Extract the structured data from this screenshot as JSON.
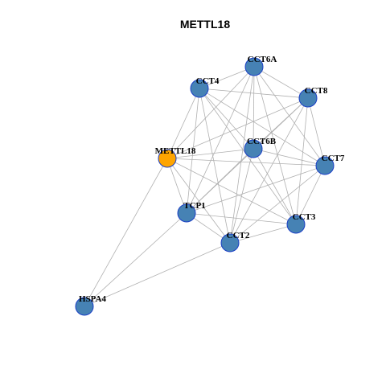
{
  "title": "METTL18",
  "colors": {
    "query_node": "#FFA500",
    "node": "#4682B4",
    "node_border": "#1a3fc6",
    "edge": "#b0b0b0"
  },
  "nodes": [
    {
      "id": "CCT6A",
      "label": "CCT6A",
      "type": "normal"
    },
    {
      "id": "CCT4",
      "label": "CCT4",
      "type": "normal"
    },
    {
      "id": "CCT8",
      "label": "CCT8",
      "type": "normal"
    },
    {
      "id": "METTL18",
      "label": "METTL18",
      "type": "query"
    },
    {
      "id": "CCT6B",
      "label": "CCT6B",
      "type": "normal"
    },
    {
      "id": "CCT7",
      "label": "CCT7",
      "type": "normal"
    },
    {
      "id": "TCP1",
      "label": "TCP1",
      "type": "normal"
    },
    {
      "id": "CCT3",
      "label": "CCT3",
      "type": "normal"
    },
    {
      "id": "CCT2",
      "label": "CCT2",
      "type": "normal"
    },
    {
      "id": "HSPA4",
      "label": "HSPA4",
      "type": "normal"
    }
  ],
  "edges": [
    [
      "CCT6A",
      "CCT4"
    ],
    [
      "CCT6A",
      "CCT8"
    ],
    [
      "CCT6A",
      "METTL18"
    ],
    [
      "CCT6A",
      "CCT6B"
    ],
    [
      "CCT6A",
      "CCT7"
    ],
    [
      "CCT6A",
      "TCP1"
    ],
    [
      "CCT6A",
      "CCT3"
    ],
    [
      "CCT6A",
      "CCT2"
    ],
    [
      "CCT4",
      "CCT8"
    ],
    [
      "CCT4",
      "METTL18"
    ],
    [
      "CCT4",
      "CCT6B"
    ],
    [
      "CCT4",
      "CCT7"
    ],
    [
      "CCT4",
      "TCP1"
    ],
    [
      "CCT4",
      "CCT3"
    ],
    [
      "CCT4",
      "CCT2"
    ],
    [
      "CCT8",
      "METTL18"
    ],
    [
      "CCT8",
      "CCT6B"
    ],
    [
      "CCT8",
      "CCT7"
    ],
    [
      "CCT8",
      "TCP1"
    ],
    [
      "CCT8",
      "CCT3"
    ],
    [
      "CCT8",
      "CCT2"
    ],
    [
      "METTL18",
      "CCT6B"
    ],
    [
      "METTL18",
      "CCT7"
    ],
    [
      "METTL18",
      "TCP1"
    ],
    [
      "METTL18",
      "CCT3"
    ],
    [
      "METTL18",
      "CCT2"
    ],
    [
      "METTL18",
      "HSPA4"
    ],
    [
      "CCT6B",
      "CCT7"
    ],
    [
      "CCT6B",
      "TCP1"
    ],
    [
      "CCT6B",
      "CCT3"
    ],
    [
      "CCT6B",
      "CCT2"
    ],
    [
      "CCT7",
      "TCP1"
    ],
    [
      "CCT7",
      "CCT3"
    ],
    [
      "CCT7",
      "CCT2"
    ],
    [
      "TCP1",
      "CCT3"
    ],
    [
      "TCP1",
      "CCT2"
    ],
    [
      "TCP1",
      "HSPA4"
    ],
    [
      "CCT3",
      "CCT2"
    ],
    [
      "CCT2",
      "HSPA4"
    ]
  ]
}
